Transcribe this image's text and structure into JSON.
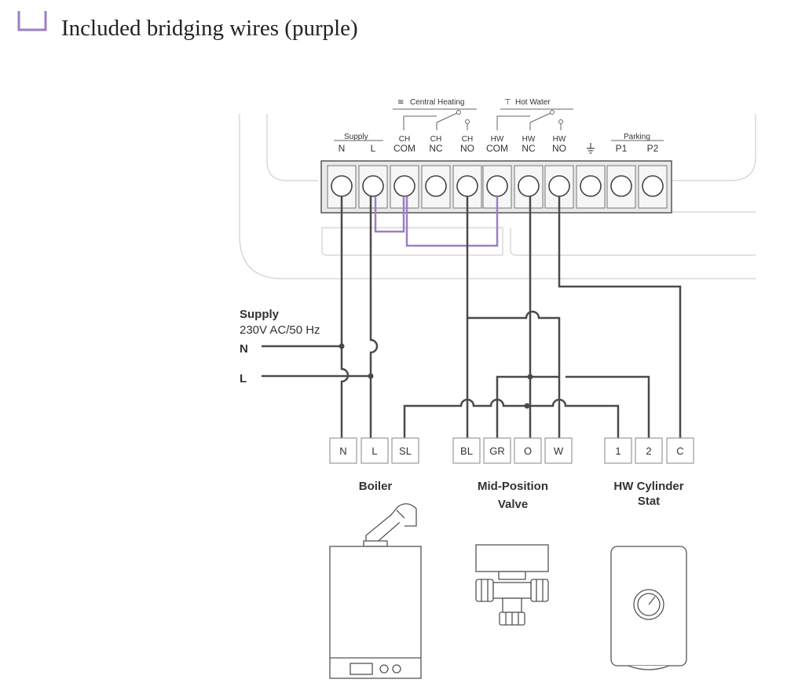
{
  "legend": {
    "text": "Included bridging wires (purple)"
  },
  "colors": {
    "bridge": "#9b7fc4",
    "wire": "#4a4a4a",
    "outline": "#cfcfcf",
    "terminal_fill": "#f2f2f2"
  },
  "groups": {
    "central_heating": "Central Heating",
    "hot_water": "Hot Water",
    "supply": "Supply",
    "parking": "Parking"
  },
  "terminals": [
    {
      "top": "",
      "bottom": "N"
    },
    {
      "top": "",
      "bottom": "L"
    },
    {
      "top": "CH",
      "bottom": "COM"
    },
    {
      "top": "CH",
      "bottom": "NC"
    },
    {
      "top": "CH",
      "bottom": "NO"
    },
    {
      "top": "HW",
      "bottom": "COM"
    },
    {
      "top": "HW",
      "bottom": "NC"
    },
    {
      "top": "HW",
      "bottom": "NO"
    },
    {
      "top": "",
      "bottom": "earth-icon"
    },
    {
      "top": "",
      "bottom": "P1"
    },
    {
      "top": "",
      "bottom": "P2"
    }
  ],
  "supply": {
    "title": "Supply",
    "spec": "230V AC/50 Hz",
    "n": "N",
    "l": "L"
  },
  "boxes": [
    "N",
    "L",
    "SL",
    "BL",
    "GR",
    "O",
    "W",
    "1",
    "2",
    "C"
  ],
  "devices": {
    "boiler": "Boiler",
    "valve_line1": "Mid-Position",
    "valve_line2": "Valve",
    "stat_line1": "HW Cylinder",
    "stat_line2": "Stat"
  }
}
